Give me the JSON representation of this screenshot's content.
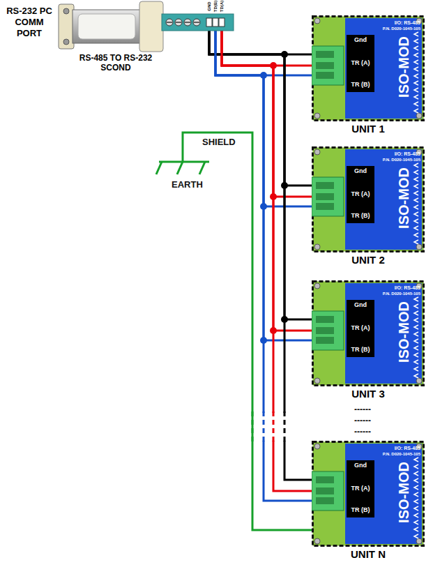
{
  "diagram": {
    "nodes": [
      {
        "text": [
          "RS-232 PC COMM PORT",
          "RS-485 TO RS-232 SCOND"
        ]
      },
      {
        "text": [
          "Gnd",
          "TR (A)",
          "TR (B)",
          "I/O: RS-485",
          "P.N. D020-1045-105",
          "ISO-MOD",
          "UNIT 1"
        ]
      },
      {
        "text": [
          "Gnd",
          "TR (A)",
          "TR (B)",
          "I/O: RS-485",
          "P.N. D020-1045-105",
          "ISO-MOD",
          "UNIT 2"
        ]
      },
      {
        "text": [
          "Gnd",
          "TR (A)",
          "TR (B)",
          "I/O: RS-485",
          "P.N. D020-1045-105",
          "ISO-MOD",
          "UNIT 3"
        ]
      },
      {
        "text": [
          "Gnd",
          "TR (A)",
          "TR (B)",
          "I/O: RS-485",
          "P.N. D020-1045-105",
          "ISO-MOD",
          "UNIT N"
        ]
      }
    ],
    "edges": [
      {
        "from": 0,
        "to": 1,
        "arrow": "none"
      },
      {
        "from": 0,
        "to": 2,
        "arrow": "none"
      },
      {
        "from": 0,
        "to": 3,
        "arrow": "none"
      },
      {
        "from": 0,
        "to": 4,
        "arrow": "none"
      }
    ],
    "labels": [
      "TD(A)",
      "TD(B)",
      "GND",
      "SHIELD",
      "EARTH",
      "------",
      "------",
      "------"
    ]
  }
}
